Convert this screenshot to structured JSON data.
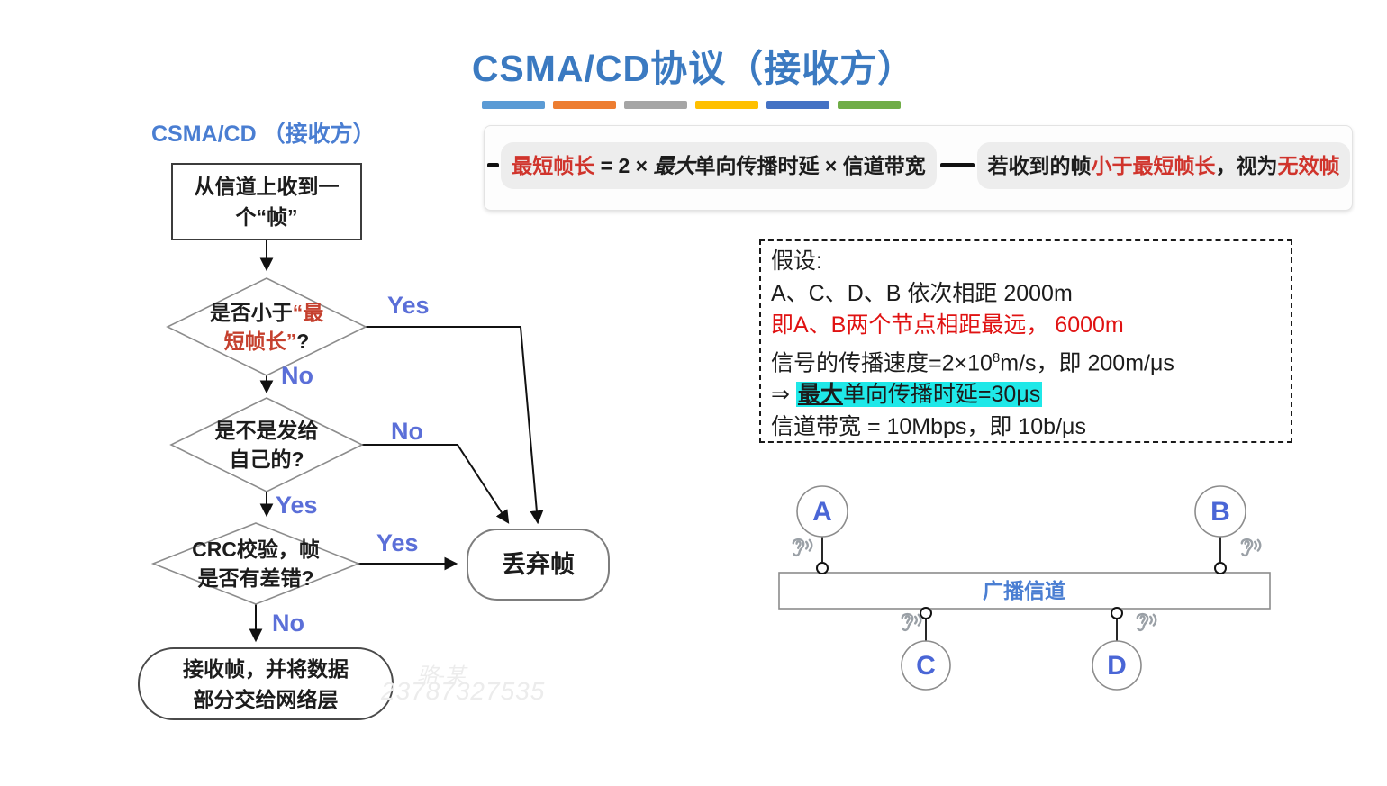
{
  "title": "CSMA/CD协议（接收方）",
  "accent_bars": [
    "#5b9bd5",
    "#ed7d31",
    "#a5a5a5",
    "#ffc000",
    "#4472c4",
    "#70ad47"
  ],
  "formula": {
    "left": {
      "red": "最短帧长",
      "mid": " = 2 × ",
      "bold": "最大",
      "rest": "单向传播时延 × 信道带宽"
    },
    "right": {
      "a": "若收到的帧",
      "red1": "小于最短帧长",
      "b": "，视为",
      "red2": "无效帧"
    }
  },
  "flowchart": {
    "heading": "CSMA/CD （接收方）",
    "labels": {
      "yes": "Yes",
      "no": "No"
    },
    "start_box": {
      "line1": "从信道上收到一",
      "line2": "个“帧”"
    },
    "d1": {
      "l1_black": "是否小于",
      "l1_red": "“最",
      "l2_red": "短帧长”",
      "l2_black": "?"
    },
    "d2": {
      "line1": "是不是发给",
      "line2": "自己的?"
    },
    "d3": {
      "line1": "CRC校验，帧",
      "line2": "是否有差错?"
    },
    "discard_box": "丢弃帧",
    "receive_box": {
      "line1": "接收帧，并将数据",
      "line2": "部分交给网络层"
    }
  },
  "assumptions": {
    "l1": "假设:",
    "l2": "A、C、D、B 依次相距 2000m",
    "l3": "即A、B两个节点相距最远， 6000m",
    "l4a": "信号的传播速度=2×10",
    "l4sup": "8",
    "l4b": "m/s，即 200m/μs",
    "l5_prefix": "⇒ ",
    "l5_bold": "最大",
    "l5_rest": "单向传播时延=30μs",
    "l6": "信道带宽 = 10Mbps，即 10b/μs"
  },
  "network": {
    "node_a": "A",
    "node_b": "B",
    "node_c": "C",
    "node_d": "D",
    "channel_label": "广播信道"
  },
  "watermark": {
    "line1": "骆-某",
    "line2": "23787327535"
  },
  "colors": {
    "title_blue": "#3b7ac1",
    "heading_blue": "#4a7ed2",
    "label_blue": "#5b6fd8",
    "node_blue": "#4a66d6",
    "formula_red": "#d0342c",
    "flow_red": "#c5402e",
    "assumption_red": "#e01212",
    "highlight_cyan": "#1fe8e8"
  }
}
